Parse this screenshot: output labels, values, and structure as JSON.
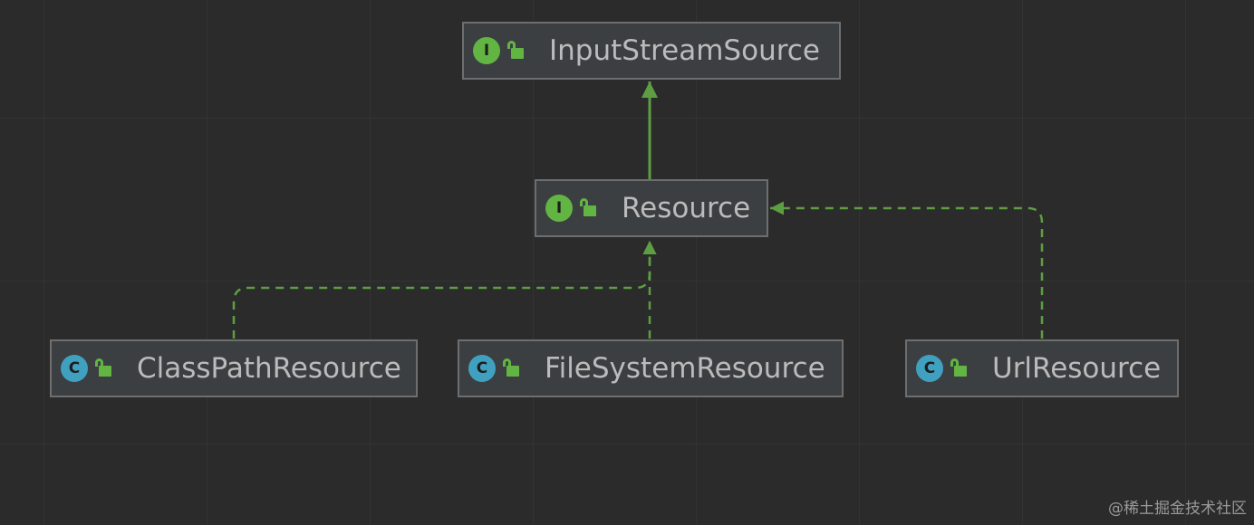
{
  "colors": {
    "background": "#2b2b2b",
    "grid": "#333333",
    "node_fill": "#3c3f41",
    "node_border": "#6e6e6e",
    "text": "#bbbbbb",
    "interface_badge": "#62b543",
    "class_badge": "#40a0c0",
    "edge": "#5e9e43"
  },
  "nodes": {
    "input_stream_source": {
      "kind_letter": "I",
      "kind": "interface",
      "icon": "open-lock-icon",
      "label": "InputStreamSource"
    },
    "resource": {
      "kind_letter": "I",
      "kind": "interface",
      "icon": "open-lock-icon",
      "label": "Resource"
    },
    "class_path_resource": {
      "kind_letter": "C",
      "kind": "class",
      "icon": "open-lock-icon",
      "label": "ClassPathResource"
    },
    "file_system_resource": {
      "kind_letter": "C",
      "kind": "class",
      "icon": "open-lock-icon",
      "label": "FileSystemResource"
    },
    "url_resource": {
      "kind_letter": "C",
      "kind": "class",
      "icon": "open-lock-icon",
      "label": "UrlResource"
    }
  },
  "edges": [
    {
      "from": "resource",
      "to": "input_stream_source",
      "style": "solid",
      "relation": "extends"
    },
    {
      "from": "class_path_resource",
      "to": "resource",
      "style": "dashed",
      "relation": "implements"
    },
    {
      "from": "file_system_resource",
      "to": "resource",
      "style": "dashed",
      "relation": "implements"
    },
    {
      "from": "url_resource",
      "to": "resource",
      "style": "dashed",
      "relation": "implements"
    }
  ],
  "watermark": "@稀土掘金技术社区"
}
